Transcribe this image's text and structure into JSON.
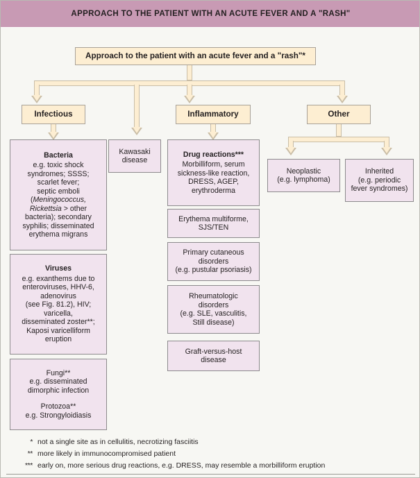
{
  "figure": {
    "title": "APPROACH TO THE PATIENT WITH AN ACUTE FEVER AND A \"RASH\"",
    "colors": {
      "header_bar": "#c89ab4",
      "page_background": "#f7f7f3",
      "cream_box_fill": "#fdeed2",
      "cream_box_border": "#a8a198",
      "pink_box_fill": "#f1e3ee",
      "pink_box_border": "#8c8a8c",
      "connector_fill": "#fdeed2",
      "connector_border": "#c9bda6",
      "text": "#231f20"
    }
  },
  "root": {
    "label": "Approach to the patient with an acute fever and a \"rash\"*"
  },
  "categories": [
    {
      "id": "infectious",
      "label": "Infectious"
    },
    {
      "id": "inflammatory",
      "label": "Inflammatory"
    },
    {
      "id": "other",
      "label": "Other"
    }
  ],
  "infectious_boxes": [
    {
      "id": "bacteria",
      "heading": "Bacteria",
      "lines": [
        {
          "text": "e.g. toxic shock"
        },
        {
          "text": "syndromes; SSSS;"
        },
        {
          "text": "scarlet fever;"
        },
        {
          "text": "septic emboli"
        },
        {
          "prefix": "(",
          "italic": "Meningococcus,",
          "suffix": ""
        },
        {
          "italic": "Rickettsia",
          "suffix": " > other"
        },
        {
          "text": "bacteria); secondary"
        },
        {
          "text": "syphilis; disseminated"
        },
        {
          "text": "erythema migrans"
        }
      ]
    },
    {
      "id": "viruses",
      "heading": "Viruses",
      "lines": [
        {
          "text": "e.g. exanthems due to"
        },
        {
          "text": "enteroviruses, HHV-6,"
        },
        {
          "text": "adenovirus"
        },
        {
          "text": "(see Fig. 81.2), HIV;"
        },
        {
          "text": "varicella,"
        },
        {
          "text": "disseminated zoster**;"
        },
        {
          "text": "Kaposi varicelliform"
        },
        {
          "text": "eruption"
        }
      ]
    },
    {
      "id": "fungi-protozoa",
      "heading": "",
      "lines": [
        {
          "text": "Fungi**"
        },
        {
          "text": "e.g. disseminated"
        },
        {
          "text": "dimorphic infection"
        },
        {
          "text": ""
        },
        {
          "text": "Protozoa**"
        },
        {
          "text": "e.g. Strongyloidiasis"
        }
      ]
    }
  ],
  "kawasaki": {
    "id": "kawasaki",
    "lines": [
      {
        "text": "Kawasaki"
      },
      {
        "text": "disease"
      }
    ]
  },
  "inflammatory_boxes": [
    {
      "id": "drug-reactions",
      "heading": "Drug reactions***",
      "lines": [
        {
          "text": "Morbilliform, serum"
        },
        {
          "text": "sickness-like reaction,"
        },
        {
          "text": "DRESS, AGEP,"
        },
        {
          "text": "erythroderma"
        }
      ]
    },
    {
      "id": "erythema-multiforme",
      "heading": "",
      "lines": [
        {
          "text": "Erythema multiforme,"
        },
        {
          "text": "SJS/TEN"
        }
      ]
    },
    {
      "id": "primary-cutaneous-disorders",
      "heading": "",
      "lines": [
        {
          "text": "Primary cutaneous"
        },
        {
          "text": "disorders"
        },
        {
          "text": "(e.g. pustular psoriasis)"
        }
      ]
    },
    {
      "id": "rheumatologic-disorders",
      "heading": "",
      "lines": [
        {
          "text": "Rheumatologic"
        },
        {
          "text": "disorders"
        },
        {
          "text": "(e.g. SLE, vasculitis,"
        },
        {
          "text": "Still disease)"
        }
      ]
    },
    {
      "id": "graft-versus-host-disease",
      "heading": "",
      "lines": [
        {
          "text": "Graft-versus-host"
        },
        {
          "text": "disease"
        }
      ]
    }
  ],
  "other_boxes": [
    {
      "id": "neoplastic",
      "heading": "",
      "lines": [
        {
          "text": "Neoplastic"
        },
        {
          "text": "(e.g. lymphoma)"
        }
      ]
    },
    {
      "id": "inherited",
      "heading": "",
      "lines": [
        {
          "text": "Inherited"
        },
        {
          "text": "(e.g. periodic"
        },
        {
          "text": "fever syndromes)"
        }
      ]
    }
  ],
  "footnotes": [
    {
      "marker": "*",
      "text": "not a single site as in cellulitis, necrotizing fasciitis"
    },
    {
      "marker": "**",
      "text": "more likely in immunocompromised patient"
    },
    {
      "marker": "***",
      "text": "early on, more serious drug reactions, e.g. DRESS, may resemble a morbilliform eruption"
    }
  ]
}
